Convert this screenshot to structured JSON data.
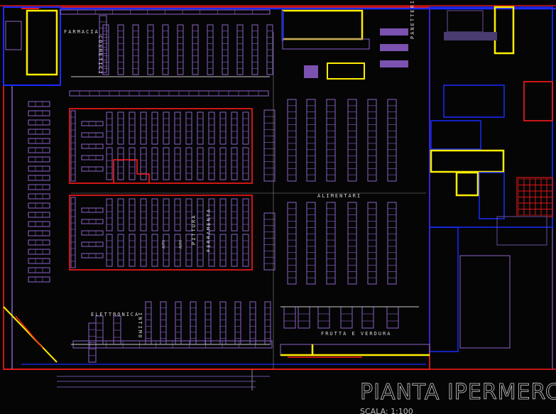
{
  "drawing": {
    "title": "PIANTA IPERMERCATO",
    "scale": "SCALA:  1:100"
  },
  "departments": {
    "farmacia": "FARMACIA",
    "cosmetici": "COSMETICI",
    "panetteria": "PANETTERIA",
    "alimentari": "ALIMENTARI",
    "frutta_verdura": "FRUTTA E VERDURA",
    "elettronica": "ELETTRONICA",
    "pittura": "PITTURA",
    "ferramenta": "FERRAMENTA",
    "auto_1": "AUTO",
    "auto_2": "AUTO",
    "intimo": "INTIMO"
  },
  "colors": {
    "background": "#050505",
    "shelves": "#8a63c9",
    "walls_red": "#ff1a1a",
    "walls_blue": "#1a2bff",
    "walls_yellow": "#ffee00",
    "text": "#d8d8d8"
  }
}
